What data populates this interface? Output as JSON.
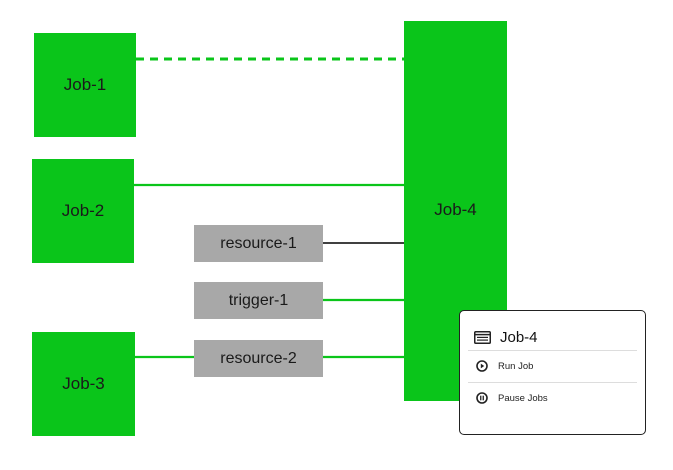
{
  "colors": {
    "job_fill": "#0ac51a",
    "resource_fill": "#a8a8a8",
    "green_edge": "#0ac51a",
    "black_edge": "#000000"
  },
  "nodes": {
    "job1": {
      "label": "Job-1"
    },
    "job2": {
      "label": "Job-2"
    },
    "job3": {
      "label": "Job-3"
    },
    "job4": {
      "label": "Job-4"
    },
    "resource1": {
      "label": "resource-1"
    },
    "trigger1": {
      "label": "trigger-1"
    },
    "resource2": {
      "label": "resource-2"
    }
  },
  "edges": [
    {
      "from": "job1",
      "to": "job4",
      "style": "dashed",
      "color": "green"
    },
    {
      "from": "job2",
      "to": "job4",
      "style": "solid",
      "color": "green"
    },
    {
      "from": "resource1",
      "to": "job4",
      "style": "solid",
      "color": "black"
    },
    {
      "from": "trigger1",
      "to": "job4",
      "style": "solid",
      "color": "green"
    },
    {
      "from": "job3",
      "to": "resource2",
      "style": "solid",
      "color": "green"
    },
    {
      "from": "resource2",
      "to": "job4",
      "style": "solid",
      "color": "green"
    }
  ],
  "popup": {
    "title": "Job-4",
    "title_icon": "list-icon",
    "items": [
      {
        "label": "Run Job",
        "icon": "play-circle-icon"
      },
      {
        "label": "Pause Jobs",
        "icon": "pause-circle-icon"
      }
    ]
  }
}
